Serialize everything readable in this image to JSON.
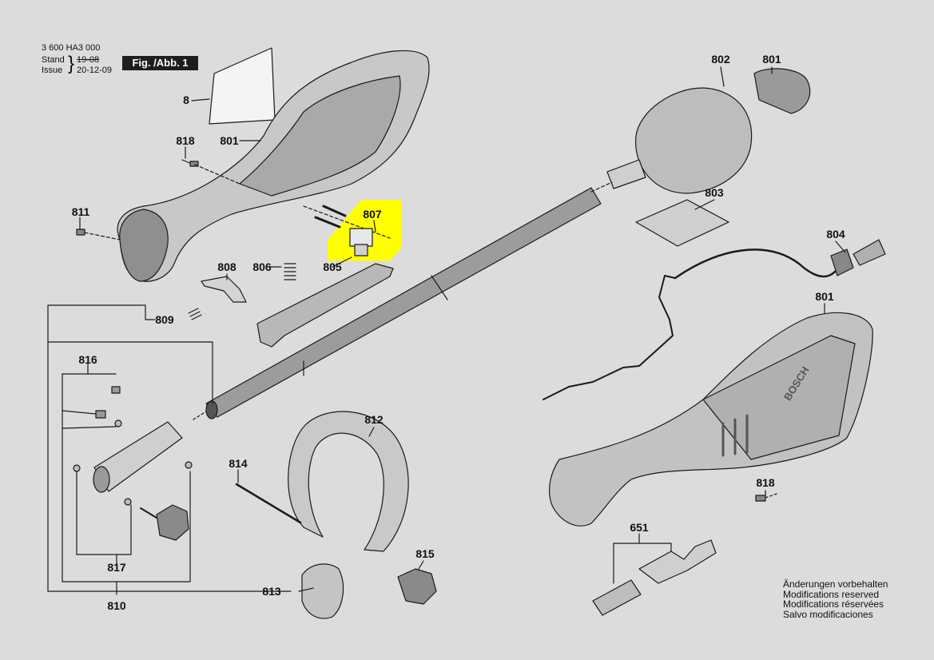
{
  "header": {
    "doc_number": "3 600 HA3 000",
    "stand_label": "Stand",
    "issue_label": "Issue",
    "stand_date": "19-08",
    "issue_date": "20-12-09",
    "figure_label": "Fig. /Abb. 1"
  },
  "parts": {
    "p8": "8",
    "p801a": "801",
    "p801b": "801",
    "p801c": "801",
    "p802": "802",
    "p803": "803",
    "p804": "804",
    "p805": "805",
    "p806": "806",
    "p807": "807",
    "p808": "808",
    "p809": "809",
    "p810": "810",
    "p811": "811",
    "p812": "812",
    "p813": "813",
    "p814": "814",
    "p815": "815",
    "p816": "816",
    "p817": "817",
    "p818a": "818",
    "p818b": "818",
    "p651": "651"
  },
  "brand": "BOSCH",
  "notes": [
    "Änderungen vorbehalten",
    "Modifications reserved",
    "Modifications réservées",
    "Salvo modificaciones"
  ],
  "highlight_color": "#ffff00"
}
